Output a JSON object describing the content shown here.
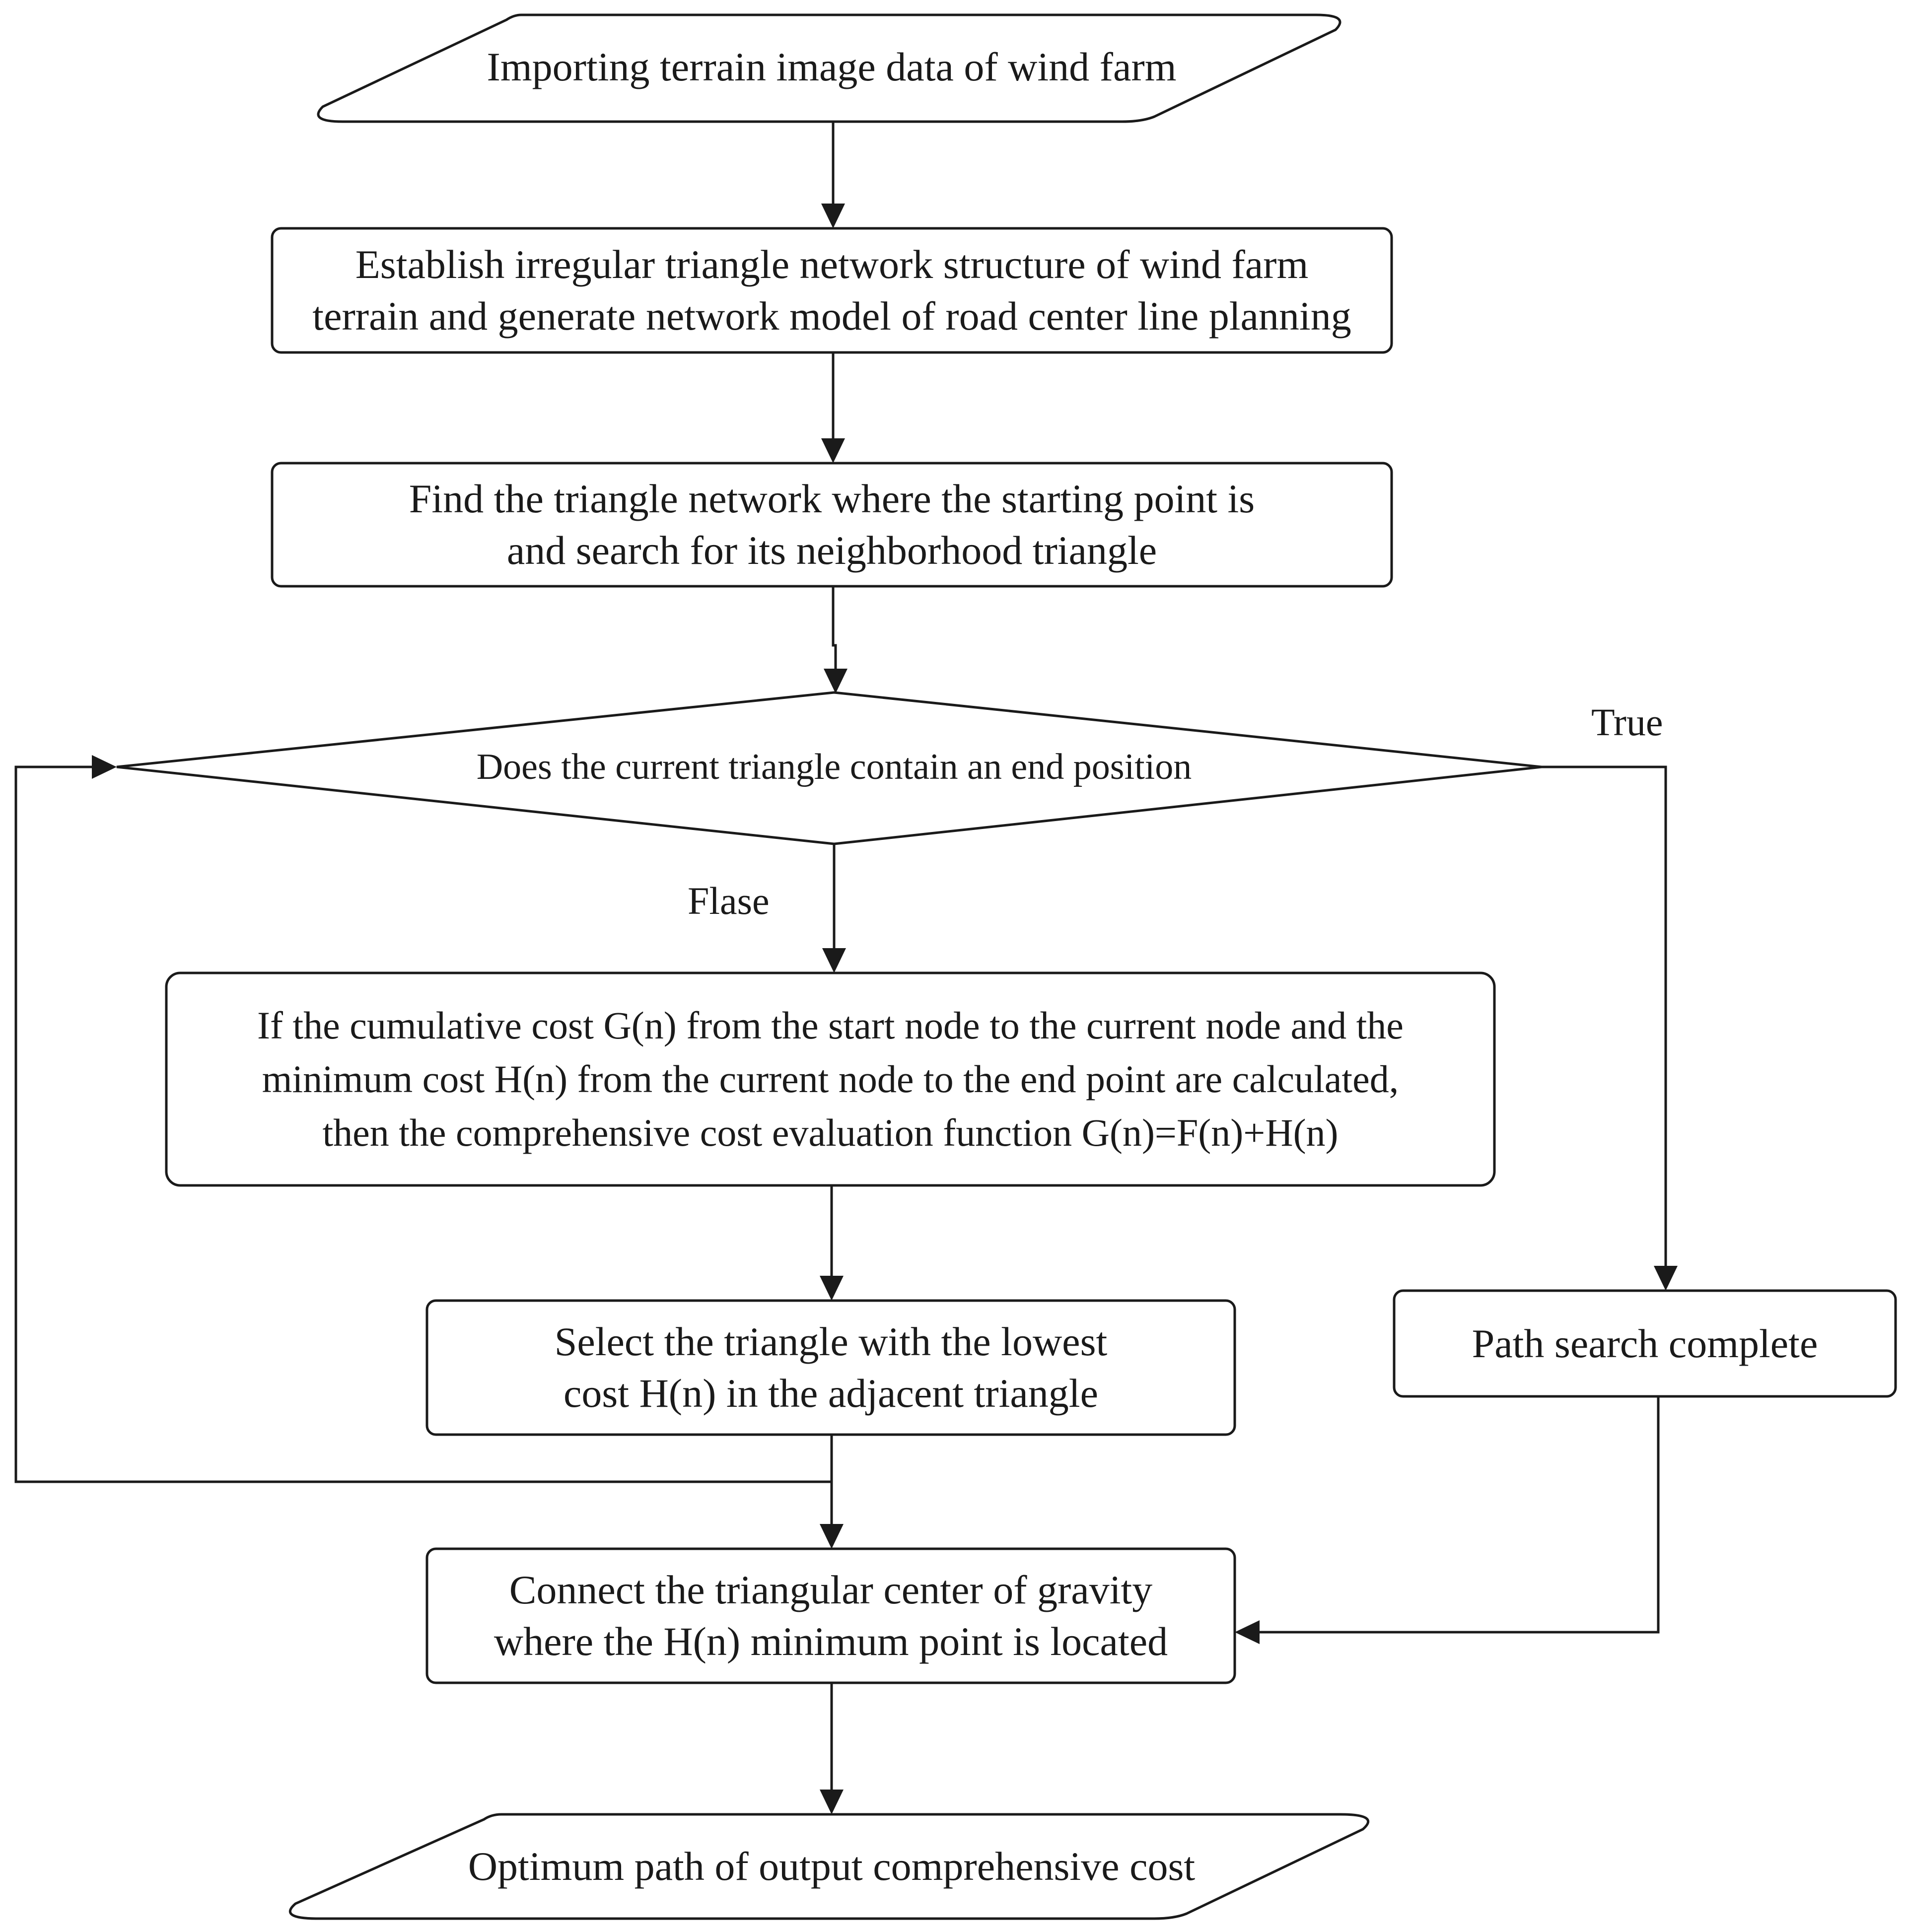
{
  "nodes": {
    "import": {
      "label": "Importing terrain image data of wind farm"
    },
    "establish": {
      "lines": [
        "Establish irregular triangle network structure of wind farm",
        "terrain and generate network model of road center line planning"
      ]
    },
    "find": {
      "lines": [
        "Find the triangle network where the starting point is",
        "and search for its neighborhood triangle"
      ]
    },
    "decision": {
      "label": "Does the current triangle contain an end position"
    },
    "cost": {
      "lines": [
        "If the cumulative cost G(n) from the start node to the current node and the",
        "minimum cost H(n) from the current node to the end point are calculated,",
        "then the comprehensive cost evaluation function G(n)=F(n)+H(n)"
      ]
    },
    "select": {
      "lines": [
        "Select the triangle with the lowest",
        "cost H(n) in the adjacent triangle"
      ]
    },
    "complete": {
      "label": "Path search complete"
    },
    "connect": {
      "lines": [
        "Connect the triangular center of gravity",
        "where the H(n) minimum point is located"
      ]
    },
    "output": {
      "label": "Optimum path of output comprehensive cost"
    }
  },
  "edges": {
    "true_label": "True",
    "false_label": "Flase"
  }
}
